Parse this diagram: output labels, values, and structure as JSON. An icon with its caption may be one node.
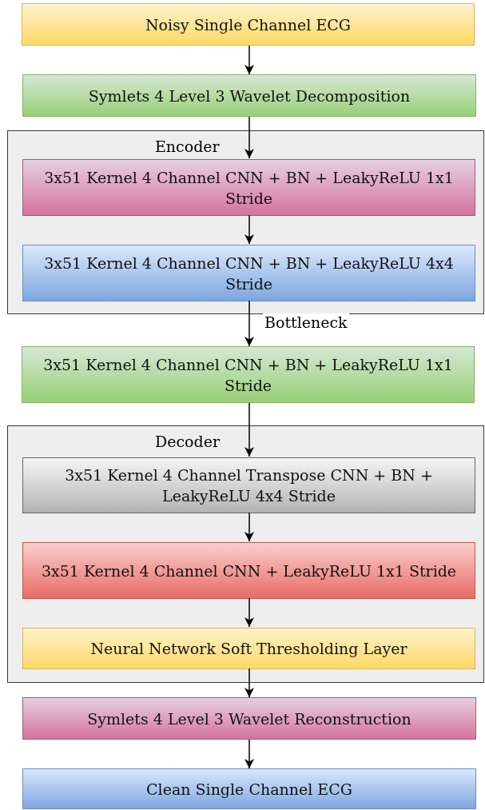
{
  "diagram": {
    "nodes": [
      {
        "text": [
          "Noisy Single Channel ECG"
        ]
      },
      {
        "text": [
          "Symlets 4 Level 3 Wavelet Decomposition"
        ]
      },
      {
        "text": [
          "Encoder"
        ]
      },
      {
        "text": [
          "3x51 Kernel 4 Channel CNN + BN + LeakyReLU 1x1 Stride"
        ],
        "in": 2
      },
      {
        "text": [
          "3x51 Kernel 4 Channel CNN + BN + LeakyReLU 4x4 Stride"
        ],
        "in": 2
      },
      {
        "text": [
          "3x51 Kernel 4 Channel CNN + BN + LeakyReLU 1x1 Stride"
        ]
      },
      {
        "text": [
          "Decoder"
        ]
      },
      {
        "text": [
          "3x51 Kernel 4 Channel Transpose CNN + BN + LeakyReLU 4x4 Stride"
        ],
        "in": 6
      },
      {
        "text": [
          "3x51 Kernel 4 Channel CNN + LeakyReLU 1x1 Stride"
        ],
        "in": 6
      },
      {
        "text": [
          "Neural Network Soft Thresholding Layer"
        ],
        "in": 6
      },
      {
        "text": [
          "Symlets 4 Level 3 Wavelet Reconstruction"
        ]
      },
      {
        "text": [
          "Clean Single Channel ECG"
        ]
      }
    ],
    "edges": [
      {
        "from": 0,
        "to": 1,
        "arrow": "to"
      },
      {
        "from": 1,
        "to": 3,
        "arrow": "to"
      },
      {
        "from": 3,
        "to": 4,
        "arrow": "to"
      },
      {
        "from": 4,
        "to": 5,
        "arrow": "to",
        "label": "Bottleneck"
      },
      {
        "from": 5,
        "to": 7,
        "arrow": "to"
      },
      {
        "from": 7,
        "to": 8,
        "arrow": "to"
      },
      {
        "from": 8,
        "to": 9,
        "arrow": "to"
      },
      {
        "from": 9,
        "to": 10,
        "arrow": "to"
      },
      {
        "from": 10,
        "to": 11,
        "arrow": "to"
      }
    ]
  }
}
